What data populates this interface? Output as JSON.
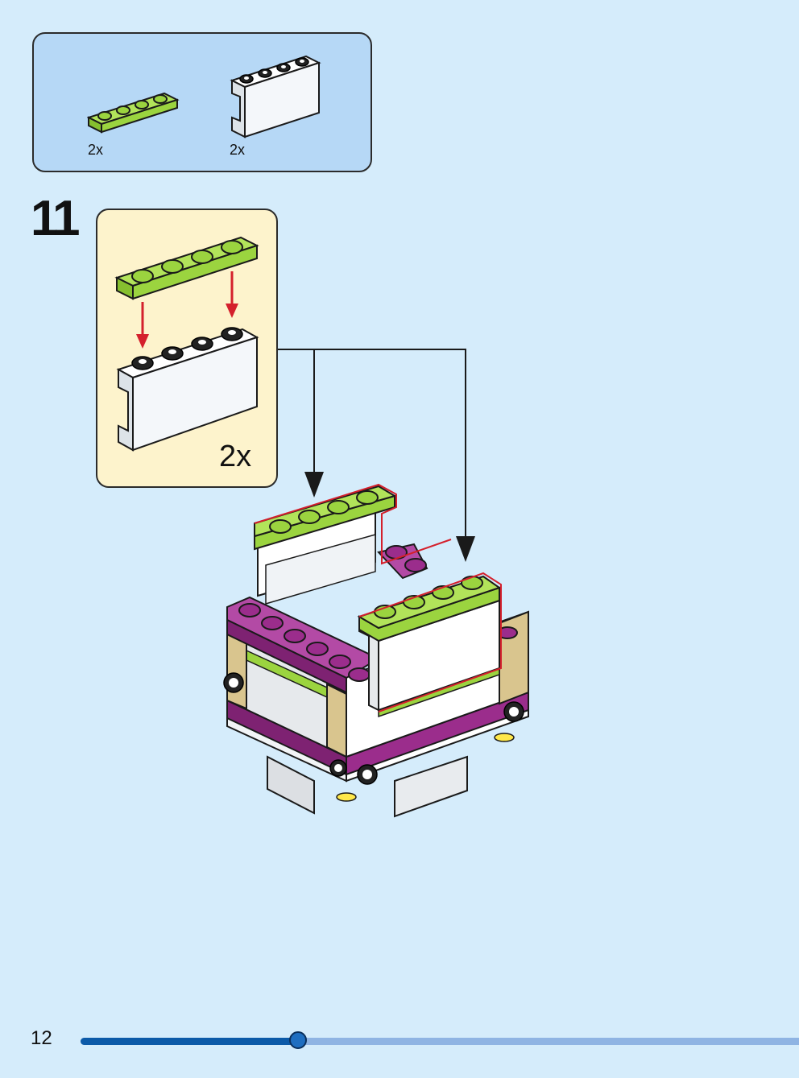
{
  "parts": [
    {
      "name": "green-plate-1x4",
      "quantity": "2x"
    },
    {
      "name": "white-panel-1x4",
      "quantity": "2x"
    }
  ],
  "step": {
    "number": "11",
    "sub_quantity": "2x"
  },
  "page": {
    "number": "12",
    "progress": 0.303
  },
  "colors": {
    "background": "#d5ecfb",
    "parts_box": "#b6d8f6",
    "subassembly_box": "#fdf3cc",
    "lime": "#9bd43f",
    "magenta": "#9b2d8c",
    "tan": "#d9c58e",
    "red_arrow": "#d4202c",
    "progress_fill": "#0c5aa8",
    "progress_track": "#8fb4e3"
  }
}
